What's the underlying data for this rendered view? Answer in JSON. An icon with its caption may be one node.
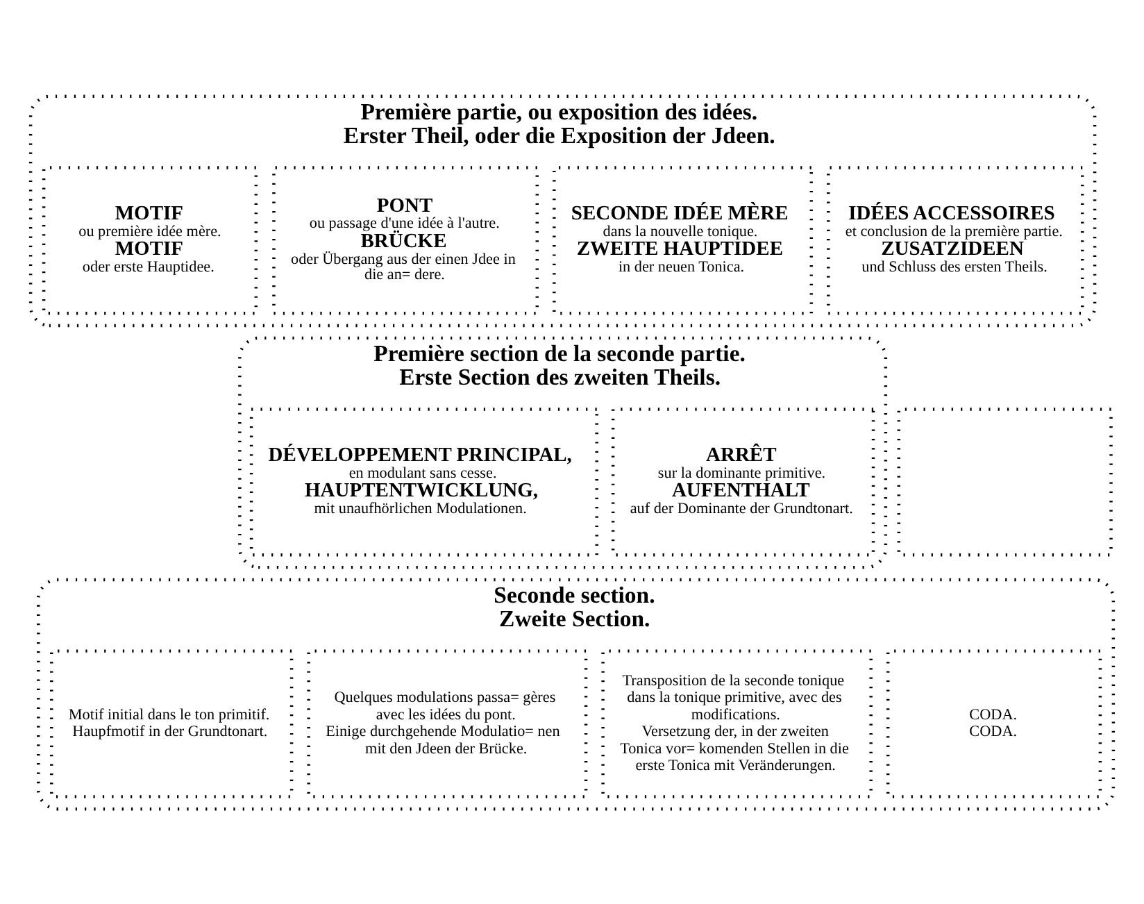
{
  "diagram": {
    "nodes": [
      {
        "text": [
          "Première partie, ou exposition des idées.",
          "Erster Theil, oder die Exposition der Jdeen."
        ]
      },
      {
        "text": [
          "MOTIF",
          "ou première idée mère.",
          "MOTIF",
          "oder erste Hauptidee."
        ],
        "in": 0
      },
      {
        "text": [
          "PONT",
          "ou passage d'une idée à l'autre.",
          "BRÜCKE",
          "oder Übergang aus der einen Jdee in die an= dere."
        ],
        "in": 0
      },
      {
        "text": [
          "SECONDE IDÉE MÈRE",
          "dans la nouvelle tonique.",
          "ZWEITE HAUPTIDEE",
          "in der neuen Tonica."
        ],
        "in": 0
      },
      {
        "text": [
          "IDÉES ACCESSOIRES",
          "et conclusion de la première partie.",
          "ZUSATZIDEEN",
          "und Schluss des ersten Theils."
        ],
        "in": 0
      },
      {
        "text": [
          "Première section de la seconde partie.",
          "Erste Section des zweiten Theils."
        ]
      },
      {
        "text": [
          "DÉVELOPPEMENT PRINCIPAL,",
          "en modulant sans cesse.",
          "HAUPTENTWICKLUNG,",
          "mit unaufhörlichen Modulationen."
        ],
        "in": 5
      },
      {
        "text": [
          "ARRÊT",
          "sur la dominante primitive.",
          "AUFENTHALT",
          "auf der Dominante der Grundtonart."
        ],
        "in": 5
      },
      {
        "text": [],
        "shape": "box"
      },
      {
        "text": [
          "Seconde section.",
          "Zweite Section."
        ]
      },
      {
        "text": [
          "Motif initial dans le ton primitif.",
          "Haupfmotif in der Grundtonart."
        ],
        "in": 9
      },
      {
        "text": [
          "Quelques modulations passa= gères avec les idées du pont.",
          "Einige durchgehende Modulatio= nen mit den Jdeen der Brücke."
        ],
        "in": 9
      },
      {
        "text": [
          "Transposition de la seconde tonique dans la tonique primitive, avec des modifications.",
          "Versetzung der, in der zweiten Tonica vor= komenden Stellen in die erste Tonica mit Veränderungen."
        ],
        "in": 9
      },
      {
        "text": [
          "CODA.",
          "CODA."
        ],
        "in": 9
      }
    ],
    "edges": []
  }
}
